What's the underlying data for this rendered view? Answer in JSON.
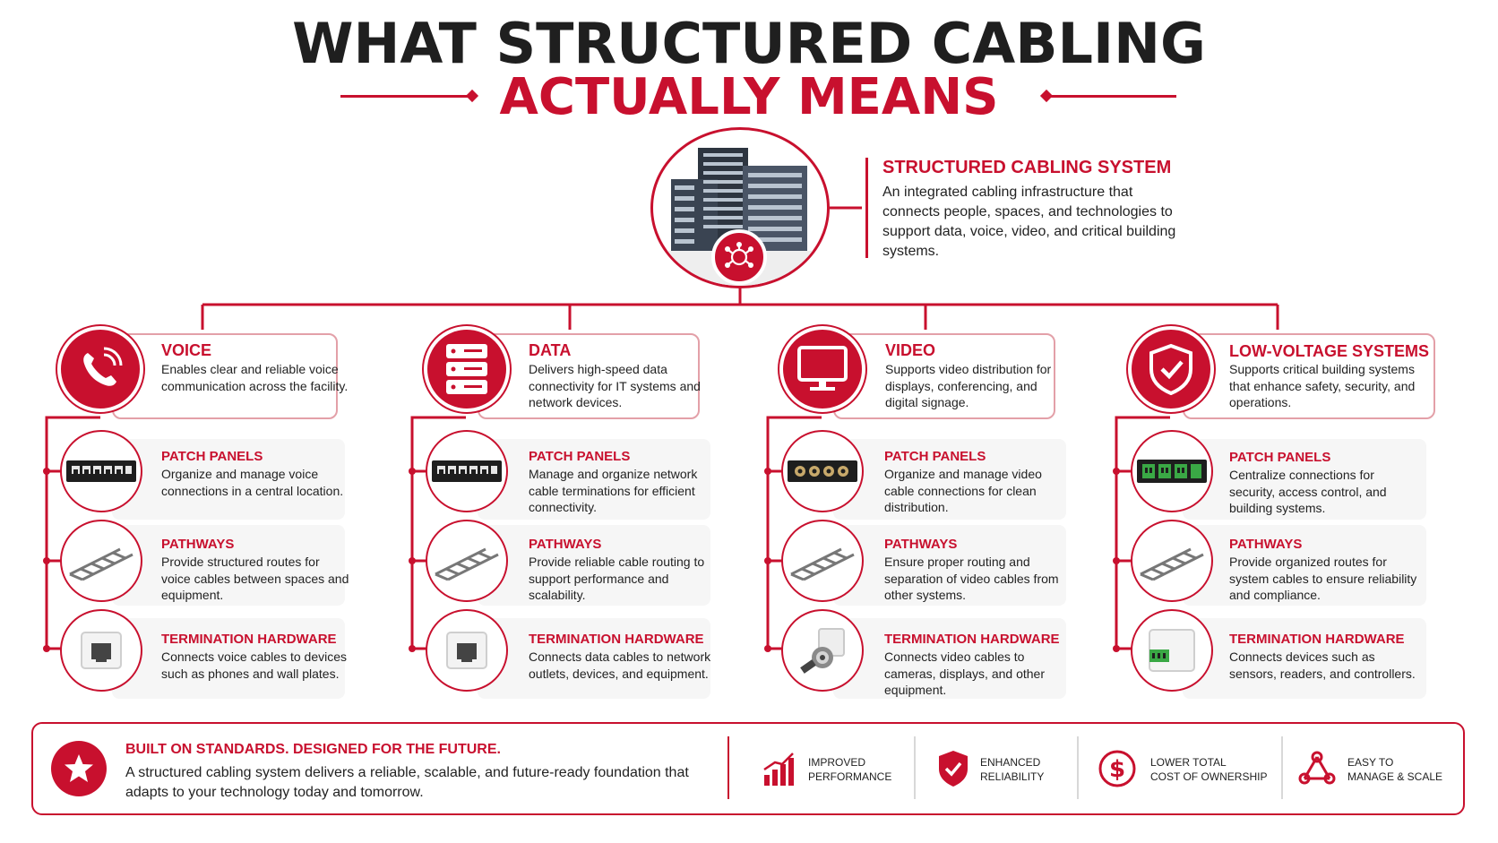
{
  "title": {
    "line1": "WHAT STRUCTURED CABLING",
    "line2": "ACTUALLY MEANS"
  },
  "system": {
    "title": "STRUCTURED CABLING SYSTEM",
    "description": "An integrated cabling infrastructure that connects people, spaces, and technologies to support data, voice, video, and critical building systems."
  },
  "categories": [
    {
      "title": "VOICE",
      "description": "Enables clear and reliable voice communication across the facility.",
      "icon": "phone-icon",
      "items": [
        {
          "title": "PATCH PANELS",
          "description": "Organize and manage voice connections in a central location.",
          "icon": "patch-panel-icon"
        },
        {
          "title": "PATHWAYS",
          "description": "Provide structured routes for voice cables between spaces and equipment.",
          "icon": "cable-tray-icon"
        },
        {
          "title": "TERMINATION HARDWARE",
          "description": "Connects voice cables to devices such as phones and wall plates.",
          "icon": "keystone-jack-icon"
        }
      ]
    },
    {
      "title": "DATA",
      "description": "Delivers high-speed data connectivity for IT systems and network devices.",
      "icon": "server-icon",
      "items": [
        {
          "title": "PATCH PANELS",
          "description": "Manage and organize network cable terminations for efficient connectivity.",
          "icon": "patch-panel-icon"
        },
        {
          "title": "PATHWAYS",
          "description": "Provide reliable cable routing to support performance and scalability.",
          "icon": "cable-tray-icon"
        },
        {
          "title": "TERMINATION HARDWARE",
          "description": "Connects data cables to network outlets, devices, and equipment.",
          "icon": "keystone-jack-icon"
        }
      ]
    },
    {
      "title": "VIDEO",
      "description": "Supports video distribution for displays, conferencing, and digital signage.",
      "icon": "monitor-icon",
      "items": [
        {
          "title": "PATCH PANELS",
          "description": "Organize and manage video cable connections for clean distribution.",
          "icon": "bnc-patch-panel-icon"
        },
        {
          "title": "PATHWAYS",
          "description": "Ensure proper routing and separation of video cables from other systems.",
          "icon": "cable-tray-icon"
        },
        {
          "title": "TERMINATION HARDWARE",
          "description": "Connects video cables to cameras, displays, and other equipment.",
          "icon": "bnc-connector-icon"
        }
      ]
    },
    {
      "title": "LOW-VOLTAGE SYSTEMS",
      "description": "Supports critical building systems that enhance safety, security, and operations.",
      "icon": "shield-check-icon",
      "items": [
        {
          "title": "PATCH PANELS",
          "description": "Centralize connections for security, access control, and building systems.",
          "icon": "terminal-block-panel-icon"
        },
        {
          "title": "PATHWAYS",
          "description": "Provide organized routes for system cables to ensure reliability and compliance.",
          "icon": "cable-tray-icon"
        },
        {
          "title": "TERMINATION HARDWARE",
          "description": "Connects devices such as sensors, readers, and controllers.",
          "icon": "junction-box-icon"
        }
      ]
    }
  ],
  "footer": {
    "title": "BUILT ON STANDARDS. DESIGNED FOR THE FUTURE.",
    "description": "A structured cabling system delivers a reliable, scalable, and future-ready foundation that adapts to your technology today and tomorrow.",
    "icon": "star-icon",
    "benefits": [
      {
        "line1": "IMPROVED",
        "line2": "PERFORMANCE",
        "icon": "bar-chart-icon"
      },
      {
        "line1": "ENHANCED",
        "line2": "RELIABILITY",
        "icon": "shield-check-icon"
      },
      {
        "line1": "LOWER TOTAL",
        "line2": "COST OF OWNERSHIP",
        "icon": "dollar-icon"
      },
      {
        "line1": "EASY TO",
        "line2": "MANAGE & SCALE",
        "icon": "network-icon"
      }
    ]
  },
  "colors": {
    "accent": "#c8102e",
    "text": "#222222",
    "card": "#f6f6f6"
  }
}
